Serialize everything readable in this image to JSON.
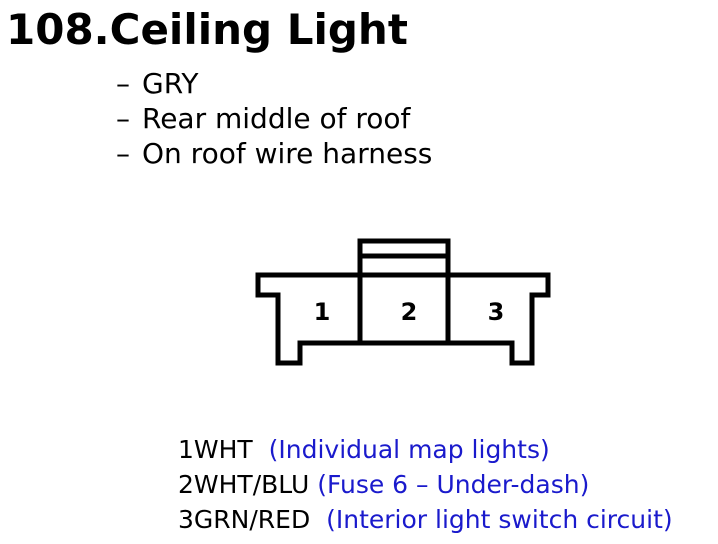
{
  "title": "108.Ceiling Light",
  "bullets": [
    {
      "dash": "–",
      "text": "GRY"
    },
    {
      "dash": "–",
      "text": "Rear middle of roof"
    },
    {
      "dash": "–",
      "text": "On roof wire harness"
    }
  ],
  "connector": {
    "pin_labels": [
      "1",
      "2",
      "3"
    ]
  },
  "pins": [
    {
      "wire": "1WHT",
      "description": "(Individual map lights)"
    },
    {
      "wire": "2WHT/BLU",
      "description": "(Fuse 6 – Under-dash)"
    },
    {
      "wire": "3GRN/RED",
      "description": "(Interior light switch circuit)"
    }
  ],
  "colors": {
    "text": "#000000",
    "description": "#1a1acc"
  }
}
